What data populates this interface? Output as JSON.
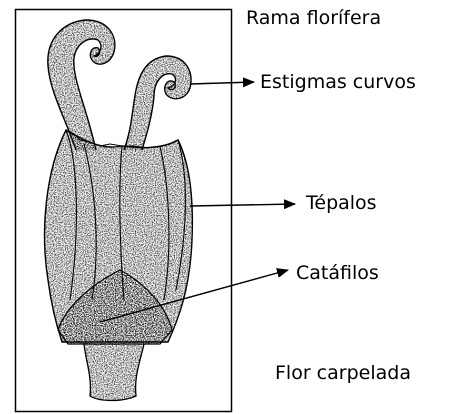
{
  "figure": {
    "title": "Rama florífera",
    "caption": "Flor carpelada",
    "labels": {
      "stigmas": "Estigmas curvos",
      "tepals": "Tépalos",
      "cataphylls": "Catáfilos"
    },
    "colors": {
      "ink": "#000000",
      "shading": "#7a7a7a",
      "background": "#ffffff"
    }
  }
}
